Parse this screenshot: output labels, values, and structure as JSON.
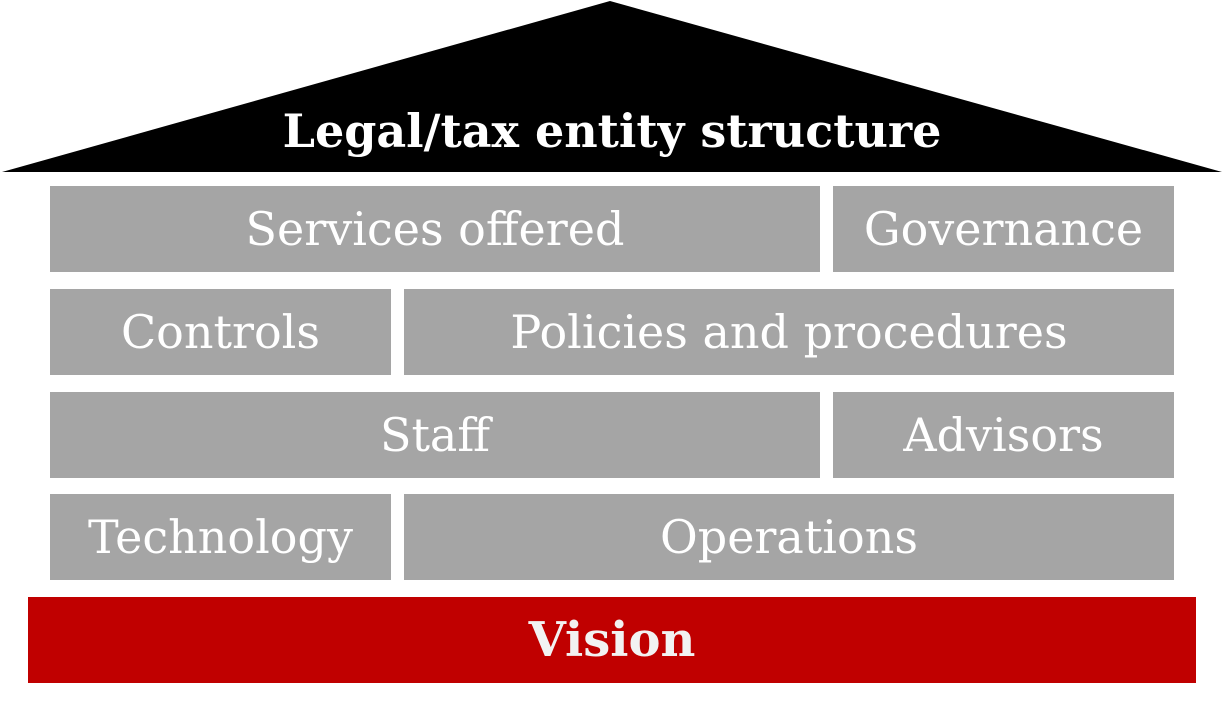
{
  "roof": {
    "label": "Legal/tax entity structure",
    "color": "#000000"
  },
  "rows": [
    {
      "left": "Services offered",
      "right": "Governance"
    },
    {
      "left": "Controls",
      "right": "Policies and procedures"
    },
    {
      "left": "Staff",
      "right": "Advisors"
    },
    {
      "left": "Technology",
      "right": "Operations"
    }
  ],
  "foundation": {
    "label": "Vision",
    "color": "#c00000"
  },
  "colors": {
    "block": "#a5a5a5",
    "text": "#ffffff"
  }
}
